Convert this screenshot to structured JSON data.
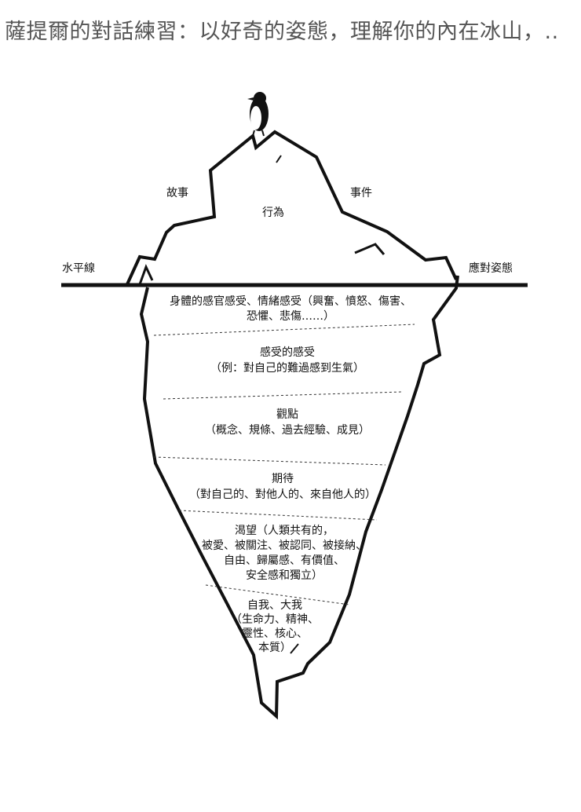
{
  "page_title": "薩提爾的對話練習：以好奇的姿態，理解你的內在冰山，..",
  "diagram": {
    "above_water": {
      "left_label": "故事",
      "center_label": "行為",
      "right_label": "事件"
    },
    "waterline": {
      "left_label": "水平線",
      "right_label": "應對姿態"
    },
    "layers": [
      {
        "lines": [
          "身體的感官感受、情緒感受（興奮、憤怒、傷害、",
          "恐懼、悲傷……）"
        ]
      },
      {
        "lines": [
          "感受的感受",
          "（例：對自己的難過感到生氣）"
        ]
      },
      {
        "lines": [
          "觀點",
          "（概念、規條、過去經驗、成見）"
        ]
      },
      {
        "lines": [
          "期待",
          "（對自己的、對他人的、來自他人的）"
        ]
      },
      {
        "lines": [
          "渴望（人類共有的，",
          "被愛、被關注、被認同、被接納、",
          "自由、歸屬感、有價值、",
          "安全感和獨立）"
        ]
      },
      {
        "lines": [
          "自我、大我",
          "（生命力、精神、",
          "靈性、核心、",
          "本質）"
        ]
      }
    ]
  }
}
